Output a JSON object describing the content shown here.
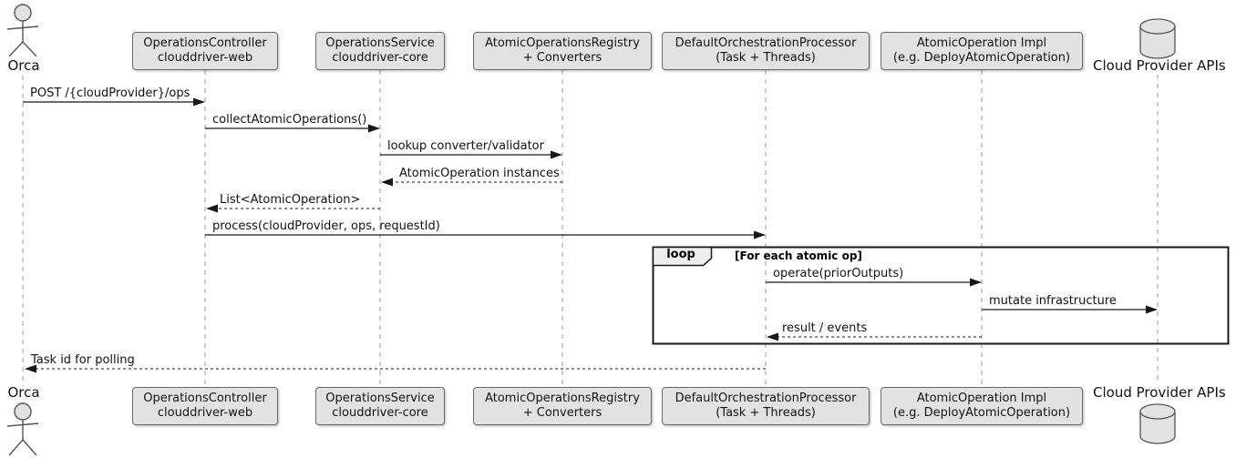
{
  "actors": {
    "orca": {
      "label": "Orca"
    },
    "cloud": {
      "label": "Cloud Provider APIs"
    }
  },
  "participants": [
    {
      "id": "operations-controller",
      "line1": "OperationsController",
      "line2": "clouddriver-web"
    },
    {
      "id": "operations-service",
      "line1": "OperationsService",
      "line2": "clouddriver-core"
    },
    {
      "id": "atomic-operations-registry",
      "line1": "AtomicOperationsRegistry",
      "line2": "+ Converters"
    },
    {
      "id": "default-orchestration-processor",
      "line1": "DefaultOrchestrationProcessor",
      "line2": "(Task + Threads)"
    },
    {
      "id": "atomic-operation-impl",
      "line1": "AtomicOperation Impl",
      "line2": "(e.g. DeployAtomicOperation)"
    }
  ],
  "messages": [
    {
      "label": "POST /{cloudProvider}/ops",
      "from": "Orca",
      "to": "OperationsController",
      "style": "solid"
    },
    {
      "label": "collectAtomicOperations()",
      "from": "OperationsController",
      "to": "OperationsService",
      "style": "solid"
    },
    {
      "label": "lookup converter/validator",
      "from": "OperationsService",
      "to": "AtomicOperationsRegistry",
      "style": "solid"
    },
    {
      "label": "AtomicOperation instances",
      "from": "AtomicOperationsRegistry",
      "to": "OperationsService",
      "style": "dashed"
    },
    {
      "label": "List<AtomicOperation>",
      "from": "OperationsService",
      "to": "OperationsController",
      "style": "dashed"
    },
    {
      "label": "process(cloudProvider, ops, requestId)",
      "from": "OperationsController",
      "to": "DefaultOrchestrationProcessor",
      "style": "solid"
    },
    {
      "label": "operate(priorOutputs)",
      "from": "DefaultOrchestrationProcessor",
      "to": "AtomicOperation Impl",
      "style": "solid"
    },
    {
      "label": "mutate infrastructure",
      "from": "AtomicOperation Impl",
      "to": "Cloud Provider APIs",
      "style": "solid"
    },
    {
      "label": "result / events",
      "from": "AtomicOperation Impl",
      "to": "DefaultOrchestrationProcessor",
      "style": "dashed"
    },
    {
      "label": "Task id for polling",
      "from": "DefaultOrchestrationProcessor",
      "to": "Orca",
      "style": "dashed"
    }
  ],
  "loop_fragment": {
    "operator": "loop",
    "guard": "[For each atomic op]"
  },
  "colors": {
    "background": "#ffffff",
    "participant_fill": "#e2e2e2",
    "participant_border": "#686868",
    "lifeline": "#999999",
    "message_line": "#181818",
    "frame_border": "#181818",
    "frame_label_fill": "#eeeeee",
    "text": "#121212"
  }
}
